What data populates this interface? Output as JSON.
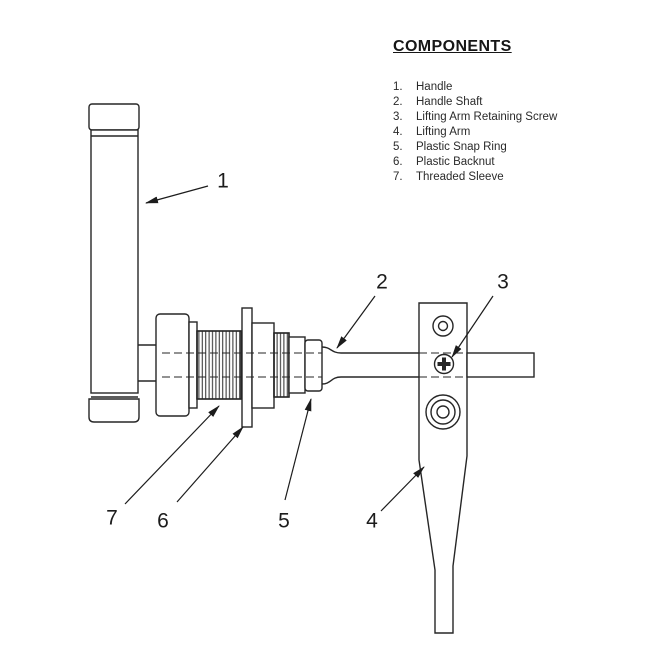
{
  "panel": {
    "title": "COMPONENTS",
    "items": [
      {
        "num": "1.",
        "label": "Handle"
      },
      {
        "num": "2.",
        "label": "Handle Shaft"
      },
      {
        "num": "3.",
        "label": "Lifting Arm Retaining Screw"
      },
      {
        "num": "4.",
        "label": "Lifting Arm"
      },
      {
        "num": "5.",
        "label": "Plastic Snap Ring"
      },
      {
        "num": "6.",
        "label": "Plastic Backnut"
      },
      {
        "num": "7.",
        "label": "Threaded Sleeve"
      }
    ]
  },
  "callouts": [
    {
      "n": "1"
    },
    {
      "n": "2"
    },
    {
      "n": "3"
    },
    {
      "n": "4"
    },
    {
      "n": "5"
    },
    {
      "n": "6"
    },
    {
      "n": "7"
    }
  ],
  "colors": {
    "line": "#262626",
    "background": "#ffffff"
  }
}
